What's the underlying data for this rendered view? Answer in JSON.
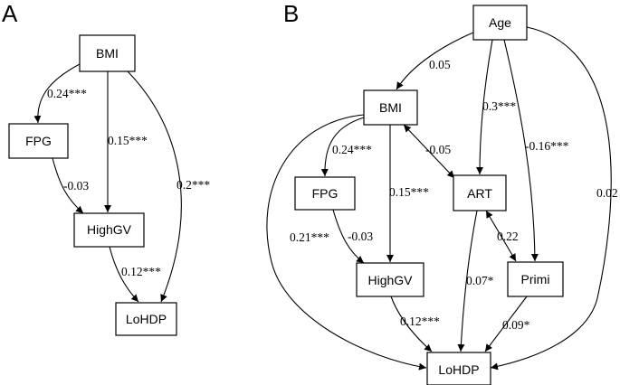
{
  "panels": {
    "a": {
      "label": "A",
      "nodes": {
        "bmi": "BMI",
        "fpg": "FPG",
        "highgv": "HighGV",
        "lohdp": "LoHDP"
      },
      "edges": {
        "bmi_fpg": "0.24***",
        "bmi_highgv": "0.15***",
        "bmi_lohdp": "0.2***",
        "fpg_highgv": "-0.03",
        "highgv_lohdp": "0.12***"
      }
    },
    "b": {
      "label": "B",
      "nodes": {
        "age": "Age",
        "bmi": "BMI",
        "fpg": "FPG",
        "art": "ART",
        "highgv": "HighGV",
        "primi": "Primi",
        "lohdp": "LoHDP"
      },
      "edges": {
        "age_bmi": "0.05",
        "age_art": "0.3***",
        "age_primi": "-0.16***",
        "age_lohdp": "0.02",
        "bmi_fpg": "0.24***",
        "bmi_art": "-0.05",
        "bmi_highgv": "0.15***",
        "bmi_lohdp": "0.21***",
        "fpg_highgv": "-0.03",
        "art_primi": "0.22",
        "art_lohdp": "0.07*",
        "highgv_lohdp": "0.12***",
        "primi_lohdp": "0.09*"
      }
    }
  }
}
